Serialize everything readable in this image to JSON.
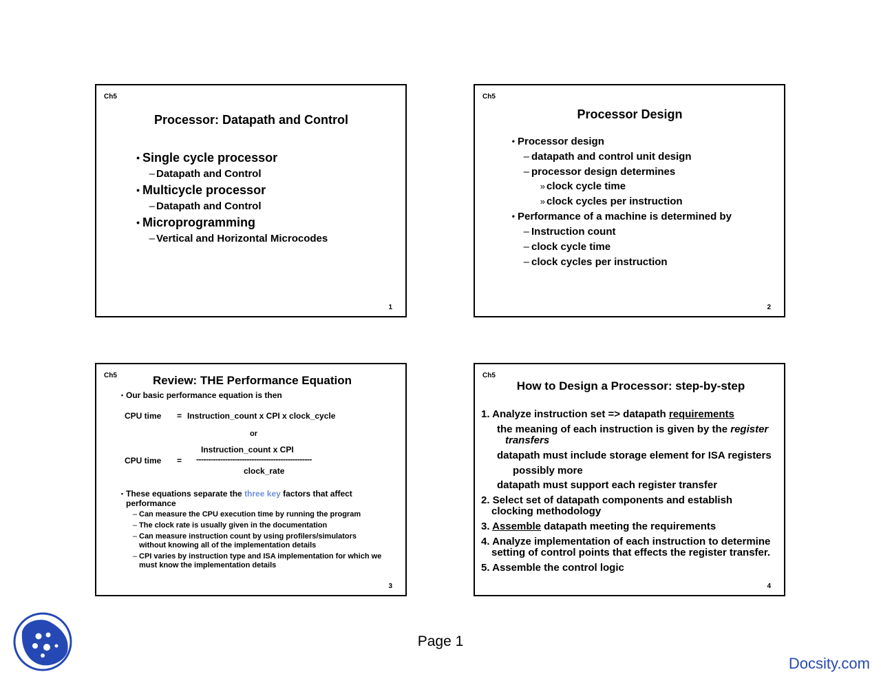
{
  "slides": [
    {
      "chapter": "Ch5",
      "page": "1",
      "title": "Processor: Datapath and Control",
      "items": [
        {
          "bullet": "•",
          "text": "Single cycle processor"
        },
        {
          "bullet": "–",
          "text": "Datapath and Control"
        },
        {
          "bullet": "•",
          "text": "Multicycle  processor"
        },
        {
          "bullet": "–",
          "text": "Datapath and Control"
        },
        {
          "bullet": "•",
          "text": "Microprogramming"
        },
        {
          "bullet": "–",
          "text": "Vertical and Horizontal Microcodes"
        }
      ]
    },
    {
      "chapter": "Ch5",
      "page": "2",
      "title": "Processor Design",
      "items": [
        {
          "bullet": "•",
          "text": "Processor design"
        },
        {
          "bullet": "–",
          "text": "datapath and control unit design"
        },
        {
          "bullet": "–",
          "text": "processor design determines"
        },
        {
          "bullet": "»",
          "text": "clock cycle time"
        },
        {
          "bullet": "»",
          "text": "clock cycles per instruction"
        },
        {
          "bullet": "•",
          "text": "Performance of a machine is determined by"
        },
        {
          "bullet": "–",
          "text": "Instruction count"
        },
        {
          "bullet": "–",
          "text": "clock cycle time"
        },
        {
          "bullet": "–",
          "text": "clock cycles per instruction"
        }
      ]
    },
    {
      "chapter": "Ch5",
      "page": "3",
      "title": "Review:  THE Performance Equation",
      "intro_bullet": "•",
      "intro": "Our basic performance equation is then",
      "eq1_lhs": "CPU time",
      "eq1_eq": "=",
      "eq1_rhs": "Instruction_count  x  CPI  x   clock_cycle",
      "or": "or",
      "eq2_num": "Instruction_count    x      CPI",
      "eq2_lhs": "CPU time",
      "eq2_eq": "=",
      "eq2_bar": "------------------------------------------------",
      "eq2_den": "clock_rate",
      "bullet2_pre": "These equations separate the ",
      "bullet2_hl": "three key",
      "bullet2_post": " factors that affect",
      "bullet2_line2": "performance",
      "subs": [
        {
          "bullet": "–",
          "text": "Can measure the CPU execution time by running the program"
        },
        {
          "bullet": "–",
          "text": "The clock rate is usually given in the documentation"
        },
        {
          "bullet": "–",
          "text": "Can measure instruction count by using profilers/simulators",
          "text2": "without knowing all of the implementation details"
        },
        {
          "bullet": "–",
          "text": "CPI varies by instruction type and ISA implementation for which we",
          "text2": "must know the implementation details"
        }
      ]
    },
    {
      "chapter": "Ch5",
      "page": "4",
      "title": "How to Design a Processor: step-by-step",
      "s1_pre": "1. Analyze instruction set => datapath ",
      "s1_u": "requirements",
      "s1a": "the meaning of each instruction is given by the ",
      "s1a_i": "register",
      "s1a_i2": "transfers",
      "s1b": "datapath must include storage element for ISA registers",
      "s1c": "possibly more",
      "s1d": "datapath must support each register transfer",
      "s2": "2. Select set of datapath components and establish",
      "s2b": "clocking methodology",
      "s3_pre": "3. ",
      "s3_u": "Assemble",
      "s3_post": " datapath meeting the requirements",
      "s4": "4. Analyze implementation of each instruction to determine",
      "s4b": "setting of control points that effects the register transfer.",
      "s5": "5. Assemble the control logic"
    }
  ],
  "footer": {
    "page_label": "Page 1",
    "brand": "Docsity.com"
  },
  "colors": {
    "highlight": "#6d8fd6",
    "brand": "#2548b5"
  }
}
